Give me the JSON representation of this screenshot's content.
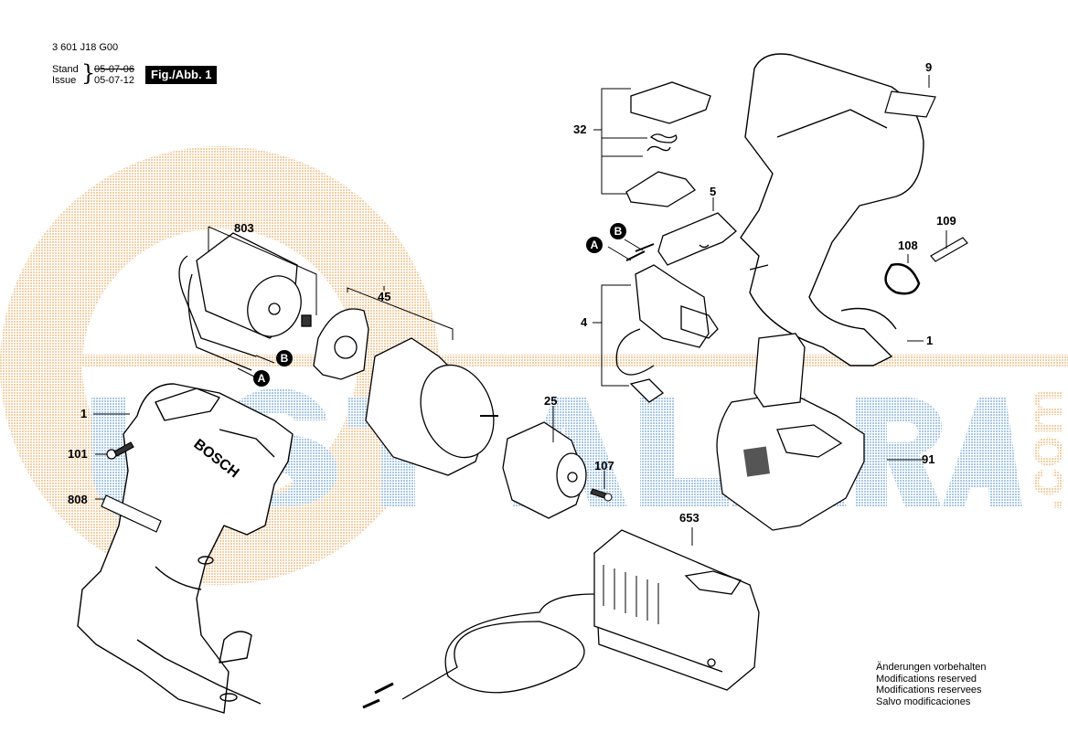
{
  "header": {
    "document_code": "3 601 J18 G00",
    "stand_label": "Stand",
    "issue_label": "Issue",
    "stand_date": "05-07-06",
    "issue_date": "05-07-12",
    "figure_label": "Fig./Abb. 1"
  },
  "connectors": {
    "a": "A",
    "b": "B"
  },
  "part_labels": {
    "p1_left": "1",
    "p101": "101",
    "p808": "808",
    "p803": "803",
    "p45": "45",
    "p25": "25",
    "p107": "107",
    "p653": "653",
    "p32": "32",
    "p5": "5",
    "p4": "4",
    "p9": "9",
    "p109": "109",
    "p108": "108",
    "p1_right": "1",
    "p91": "91"
  },
  "housing_brand": "BOSCH",
  "watermark": {
    "text": "USTALARA",
    "suffix": ".com",
    "blue": "#b9d3ea",
    "orange": "#f6dcc0"
  },
  "notes": [
    "Änderungen vorbehalten",
    "Modifications reserved",
    "Modifications reservees",
    "Salvo modificaciones"
  ]
}
